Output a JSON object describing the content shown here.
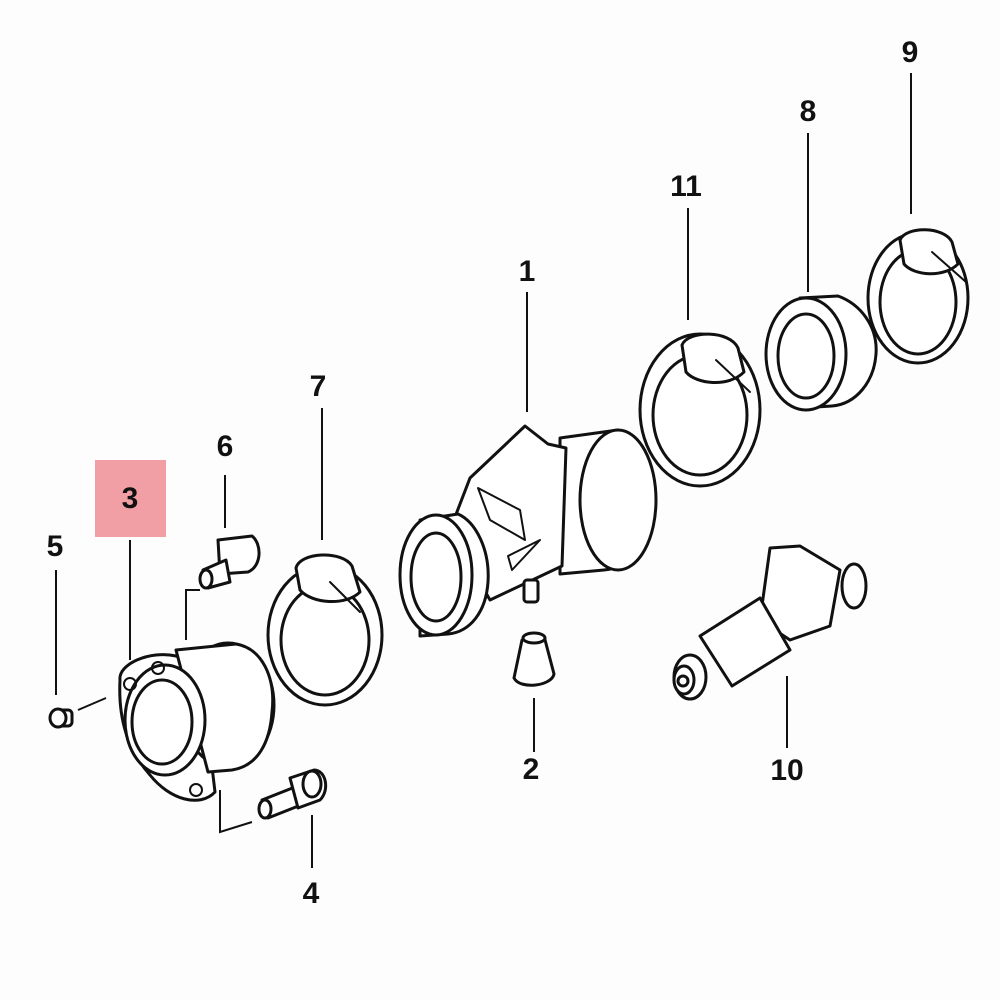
{
  "diagram": {
    "highlight_color": "#f0999f",
    "highlighted_callout": "3",
    "callouts": {
      "c1": "1",
      "c2": "2",
      "c3": "3",
      "c4": "4",
      "c5": "5",
      "c6": "6",
      "c7": "7",
      "c8": "8",
      "c9": "9",
      "c10": "10",
      "c11": "11"
    }
  }
}
